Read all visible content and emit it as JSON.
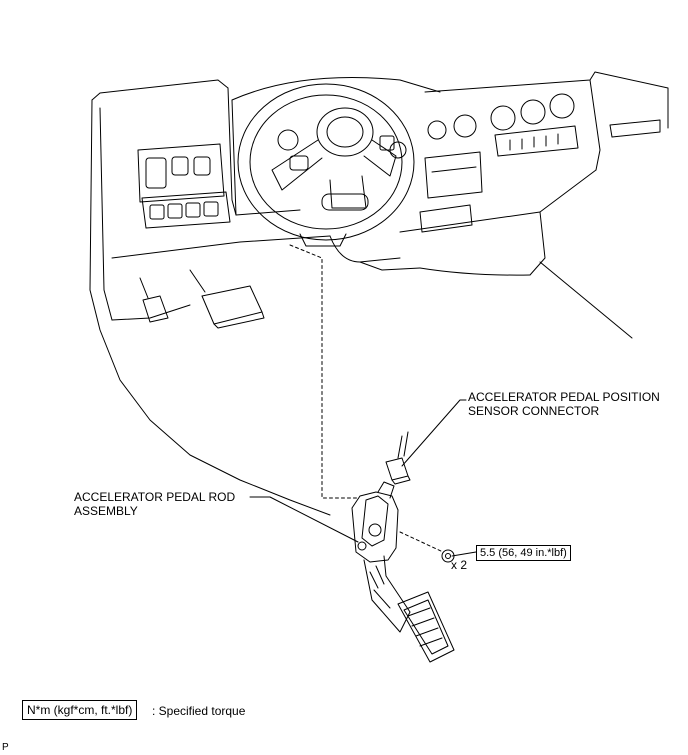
{
  "labels": {
    "sensor_connector": "ACCELERATOR PEDAL POSITION\nSENSOR CONNECTOR",
    "pedal_rod": "ACCELERATOR PEDAL ROD\nASSEMBLY",
    "torque_value": "5.5 (56, 49 in.*lbf)",
    "quantity": "x 2"
  },
  "legend": {
    "unit": "N*m (kgf*cm, ft.*lbf)",
    "description": ": Specified torque"
  },
  "corner_mark": "P"
}
